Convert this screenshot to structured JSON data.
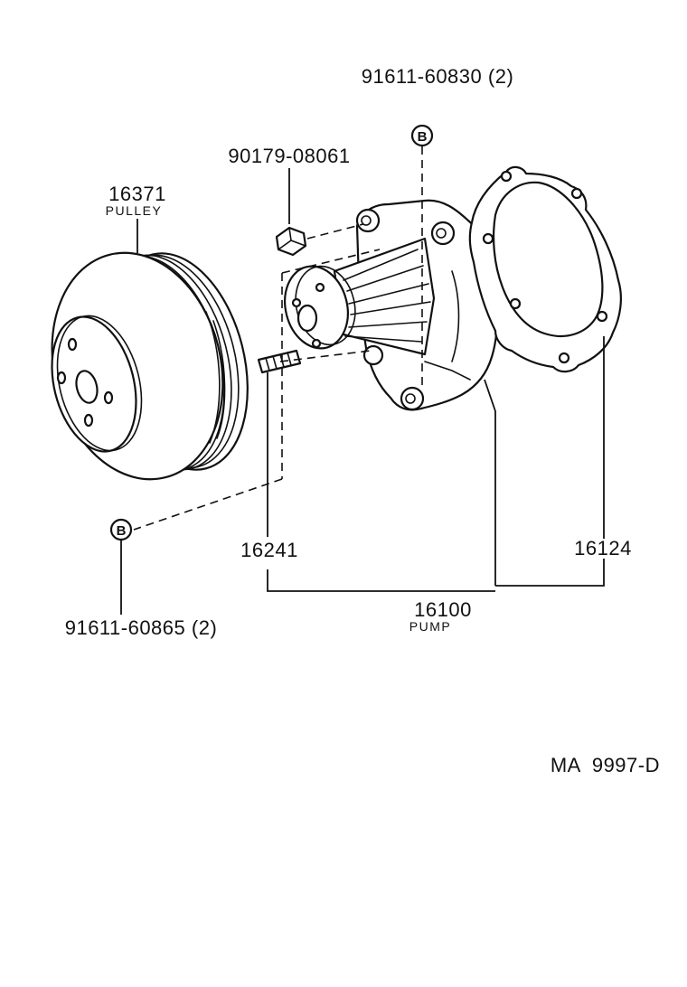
{
  "callouts": {
    "bolt_b_top": "91611-60830 (2)",
    "nut": "90179-08061",
    "pulley_number": "16371",
    "pulley_name": "PULLEY",
    "stud": "16241",
    "gasket": "16124",
    "pump_number": "16100",
    "pump_name": "PUMP",
    "bolt_b_bottom": "91611-60865 (2)"
  },
  "markers": {
    "top": "B",
    "bottom": "B"
  },
  "figure_code": "MA  9997-D"
}
